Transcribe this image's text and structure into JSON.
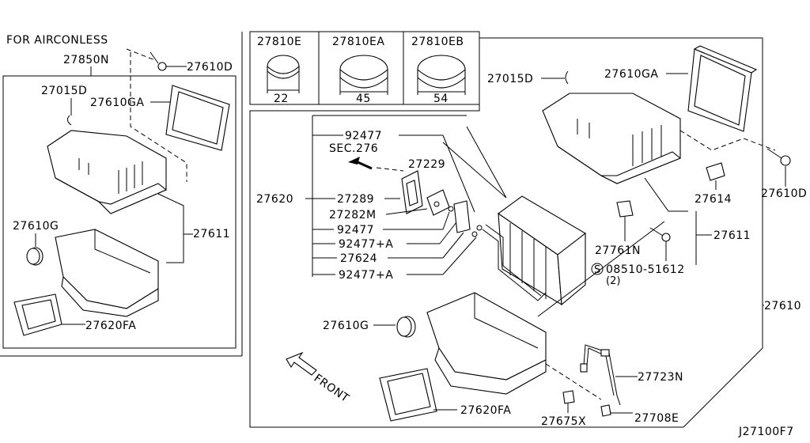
{
  "aircon_less_header": "FOR AIRCONLESS",
  "ref_code": "J27100F7",
  "front_label": "FRONT",
  "plugs": [
    {
      "part": "27810E",
      "size": "22"
    },
    {
      "part": "27810EA",
      "size": "45"
    },
    {
      "part": "27810EB",
      "size": "54"
    }
  ],
  "left_labels": {
    "l_27850N": "27850N",
    "l_27610D": "27610D",
    "l_27015D": "27015D",
    "l_27610GA": "27610GA",
    "l_27611": "27611",
    "l_27610G": "27610G",
    "l_27620FA": "27620FA"
  },
  "right_labels": {
    "r_27015D": "27015D",
    "r_27610GA": "27610GA",
    "r_27610D": "27610D",
    "r_27614": "27614",
    "r_27611": "27611",
    "r_27761N": "27761N",
    "r_08510": "08510-51612",
    "r_qty": "(2)",
    "r_S": "S",
    "r_27610": "27610",
    "r_27610G": "27610G",
    "r_27723N": "27723N",
    "r_27620FA": "27620FA",
    "r_27675X": "27675X",
    "r_27708E": "27708E",
    "r_27620": "27620"
  },
  "evap_labels": {
    "e_92477a": "92477",
    "e_sec": "SEC.276",
    "e_27229": "27229",
    "e_27289": "27289",
    "e_27282M": "27282M",
    "e_92477b": "92477",
    "e_92477c": "92477+A",
    "e_27624": "27624",
    "e_92477d": "92477+A"
  }
}
